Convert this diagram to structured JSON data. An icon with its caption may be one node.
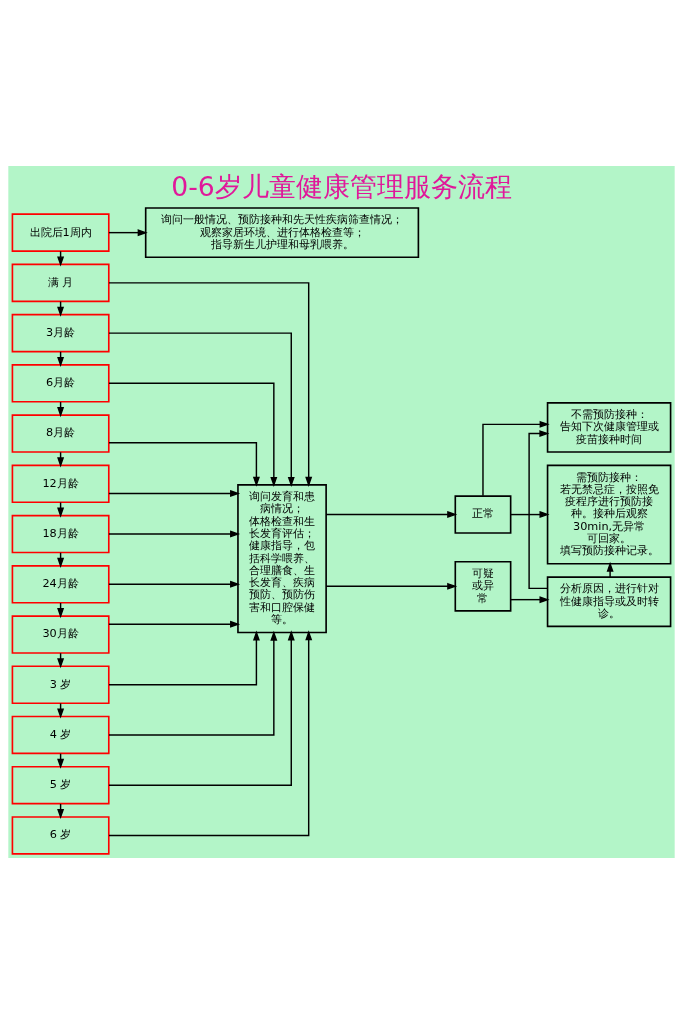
{
  "diagram": {
    "title": "0-6岁儿童健康管理服务流程",
    "nodes": [
      {
        "text": [
          "出院后1周内"
        ]
      },
      {
        "text": [
          "满 月"
        ]
      },
      {
        "text": [
          "3月龄"
        ]
      },
      {
        "text": [
          "6月龄"
        ]
      },
      {
        "text": [
          "8月龄"
        ]
      },
      {
        "text": [
          "12月龄"
        ]
      },
      {
        "text": [
          "18月龄"
        ]
      },
      {
        "text": [
          "24月龄"
        ]
      },
      {
        "text": [
          "30月龄"
        ]
      },
      {
        "text": [
          "3 岁"
        ]
      },
      {
        "text": [
          "4 岁"
        ]
      },
      {
        "text": [
          "5 岁"
        ]
      },
      {
        "text": [
          "6 岁"
        ]
      },
      {
        "text": [
          "询问一般情况、预防接种和先天性疾病筛查情况；",
          "观察家居环境、进行体格检查等；",
          "指导新生儿护理和母乳喂养。"
        ]
      },
      {
        "text": [
          "询问发育和患病情况；",
          "体格检查和生长发育评估；",
          "健康指导，包括科学喂养、合理膳食、生长发育、疾病预防、预防伤害和口腔保健等。"
        ]
      },
      {
        "text": [
          "正常"
        ]
      },
      {
        "text": [
          "可疑或异常"
        ]
      },
      {
        "text": [
          "不需预防接种：",
          "告知下次健康管理或疫苗接种时间"
        ]
      },
      {
        "text": [
          "需预防接种：",
          "若无禁忌症，按照免疫程序进行预防接种。接种后观察30min,无异常可回家。",
          "填写预防接种记录。"
        ]
      },
      {
        "text": [
          "分析原因，进行针对性健康指导或及时转诊。"
        ]
      }
    ],
    "edges": [
      {
        "from": 0,
        "to": 1,
        "arrow": "to"
      },
      {
        "from": 1,
        "to": 2,
        "arrow": "to"
      },
      {
        "from": 2,
        "to": 3,
        "arrow": "to"
      },
      {
        "from": 3,
        "to": 4,
        "arrow": "to"
      },
      {
        "from": 4,
        "to": 5,
        "arrow": "to"
      },
      {
        "from": 5,
        "to": 6,
        "arrow": "to"
      },
      {
        "from": 6,
        "to": 7,
        "arrow": "to"
      },
      {
        "from": 7,
        "to": 8,
        "arrow": "to"
      },
      {
        "from": 8,
        "to": 9,
        "arrow": "to"
      },
      {
        "from": 9,
        "to": 10,
        "arrow": "to"
      },
      {
        "from": 10,
        "to": 11,
        "arrow": "to"
      },
      {
        "from": 11,
        "to": 12,
        "arrow": "to"
      },
      {
        "from": 0,
        "to": 13,
        "arrow": "to"
      },
      {
        "from": 1,
        "to": 14,
        "arrow": "to"
      },
      {
        "from": 2,
        "to": 14,
        "arrow": "to"
      },
      {
        "from": 3,
        "to": 14,
        "arrow": "to"
      },
      {
        "from": 4,
        "to": 14,
        "arrow": "to"
      },
      {
        "from": 5,
        "to": 14,
        "arrow": "to"
      },
      {
        "from": 6,
        "to": 14,
        "arrow": "to"
      },
      {
        "from": 7,
        "to": 14,
        "arrow": "to"
      },
      {
        "from": 8,
        "to": 14,
        "arrow": "to"
      },
      {
        "from": 9,
        "to": 14,
        "arrow": "to"
      },
      {
        "from": 10,
        "to": 14,
        "arrow": "to"
      },
      {
        "from": 11,
        "to": 14,
        "arrow": "to"
      },
      {
        "from": 12,
        "to": 14,
        "arrow": "to"
      },
      {
        "from": 14,
        "to": 15,
        "arrow": "to"
      },
      {
        "from": 14,
        "to": 16,
        "arrow": "to"
      },
      {
        "from": 15,
        "to": 17,
        "arrow": "to"
      },
      {
        "from": 15,
        "to": 18,
        "arrow": "to"
      },
      {
        "from": 16,
        "to": 19,
        "arrow": "to"
      },
      {
        "from": 19,
        "to": 17,
        "arrow": "to"
      },
      {
        "from": 19,
        "to": 18,
        "arrow": "to"
      }
    ]
  }
}
